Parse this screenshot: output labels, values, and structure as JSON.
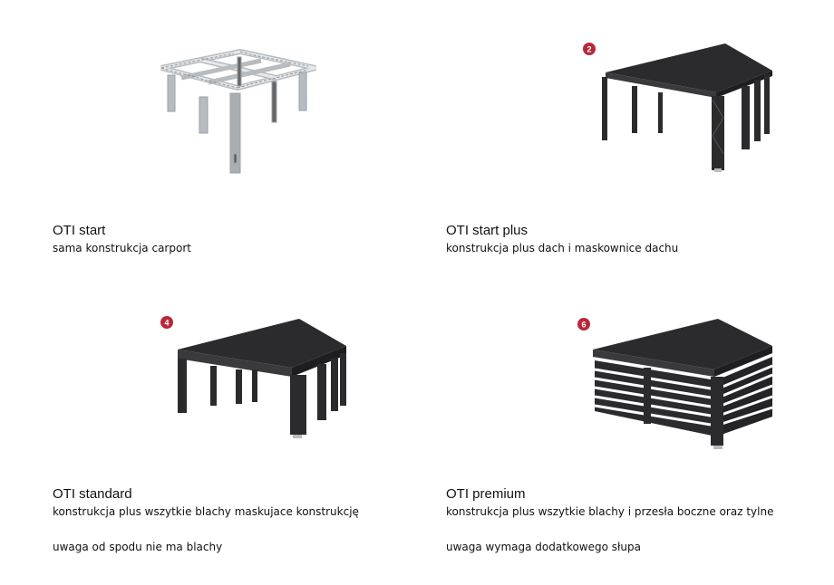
{
  "colors": {
    "badge": "#b8283a",
    "structure_dark": "#2b2b2e",
    "structure_light": "#c8cbce"
  },
  "items": [
    {
      "title": "OTI start",
      "desc1": "sama konstrukcja carport",
      "desc2": "",
      "badge": ""
    },
    {
      "title": "OTI start plus",
      "desc1": "konstrukcja plus dach i maskownice dachu",
      "desc2": "",
      "badge": "2"
    },
    {
      "title": "OTI standard",
      "desc1": "konstrukcja plus wszytkie blachy maskujace konstrukcję",
      "desc2": "uwaga od spodu nie ma blachy",
      "badge": "4"
    },
    {
      "title": "OTI premium",
      "desc1": "konstrukcja plus wszytkie blachy i przesła boczne oraz tylne",
      "desc2": "uwaga wymaga dodatkowego słupa",
      "badge": "6"
    }
  ]
}
